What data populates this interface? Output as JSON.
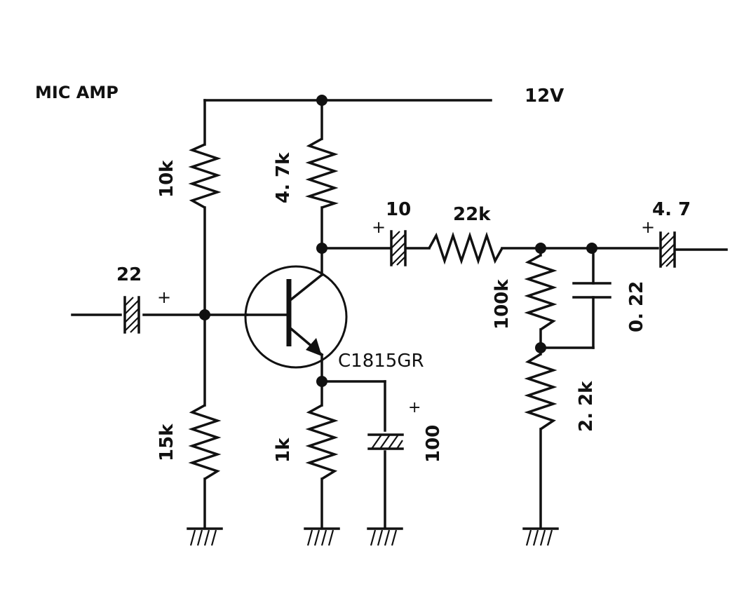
{
  "title": "MIC AMP",
  "supply": "12V",
  "transistor": "C1815GR",
  "resistors": {
    "r_bias_top": "10k",
    "r_bias_bottom": "15k",
    "r_collector": "4. 7k",
    "r_emitter": "1k",
    "r_series": "22k",
    "r_divider_top": "100k",
    "r_divider_bottom": "2. 2k"
  },
  "capacitors": {
    "c_input": "22",
    "c_coupling": "10",
    "c_emitter_bypass": "100",
    "c_filter": "0. 22",
    "c_output": "4. 7"
  },
  "polarity_mark": "+"
}
